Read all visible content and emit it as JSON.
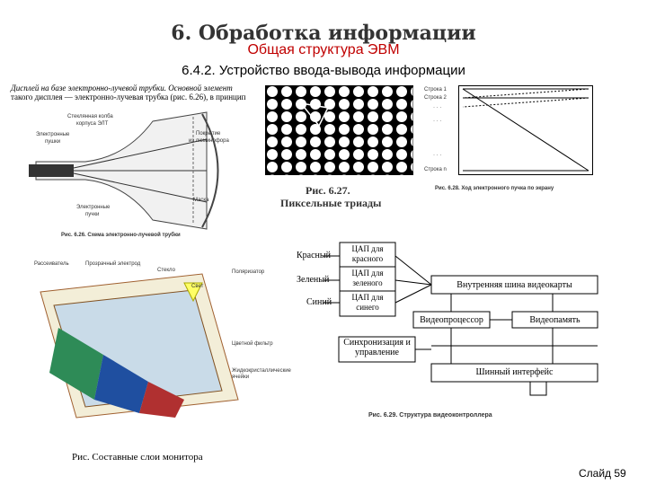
{
  "slide": {
    "title": "6. Обработка информации",
    "subtitle": "Общая структура ЭВМ",
    "section": "6.4.2. Устройство ввода-вывода информации",
    "slide_number": "Слайд 59"
  },
  "crt": {
    "intro_line1": "Дисплей на базе электронно-лучевой трубки. Основной элемент",
    "intro_line2": "такого дисплея — электронно-лучевая трубка (рис. 6.26), в принцип",
    "label_glass": "Стеклянная колба",
    "label_glass2": "корпуса ЭЛТ",
    "label_guns": "Электронные",
    "label_guns2": "пушки",
    "label_coating": "Покрытие",
    "label_coating2": "из люминофора",
    "label_mask": "Маска",
    "label_beams": "Электронные",
    "label_beams2": "пучки",
    "caption": "Рис. 6.26. Схема электронно-лучевой трубки"
  },
  "triads": {
    "caption1": "Рис. 6.27.",
    "caption2": "Пиксельные триады"
  },
  "scan": {
    "row1": "Строка 1",
    "row2": "Строка 2",
    "dots1": "· · ·",
    "dots2": "· · ·",
    "dots3": "· · ·",
    "rown": "Строка n",
    "caption": "Рис. 6.28. Ход электронного пучка по экрану"
  },
  "layers": {
    "label_1": "Рассеиватель",
    "label_2": "Прозрачный электрод",
    "label_3": "Стекло",
    "label_4": "Цветной фильтр",
    "label_5": "Жидкокристаллические ячейки",
    "label_6": "Поляризатор",
    "label_7": "Свет",
    "caption": "Рис. Составные слои монитора"
  },
  "controller": {
    "in_red": "Красный",
    "in_green": "Зеленый",
    "in_blue": "Синий",
    "dac_red": "ЦАП для красного",
    "dac_green": "ЦАП для зеленого",
    "dac_blue": "ЦАП для синего",
    "internal_bus": "Внутренняя шина видеокарты",
    "videoprocessor": "Видеопроцессор",
    "videomemory": "Видеопамять",
    "sync": "Синхронизация и управление",
    "bus_interface": "Шинный интерфейс",
    "caption": "Рис. 6.29. Структура видеоконтроллера"
  }
}
